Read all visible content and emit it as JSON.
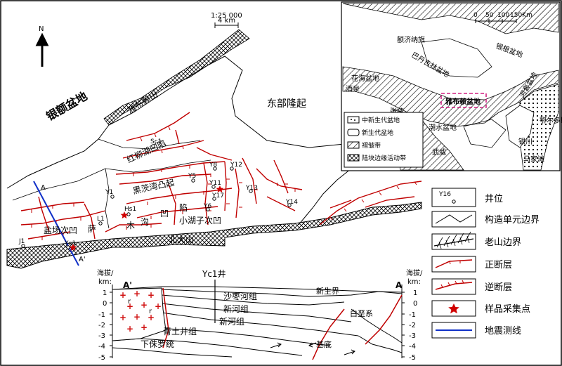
{
  "map": {
    "scale": "1:25 000",
    "scale_bar": "4 km",
    "north": "N",
    "regions": {
      "yin_e_basin": "银额盆地",
      "east_uplift": "东部隆起",
      "yabulai_mt": "雅布赖山",
      "hongshan_sag": "红柳湖凹陷",
      "heiquan_uplift": "黑茨湾凸起",
      "salt_sag": "盐场次凹",
      "sa_l1": "萨",
      "xiaohuzi_sag": "小湖子次凹",
      "beida_mt": "北大山",
      "shuiyan_i": "木",
      "shuiyan_ii": "沟",
      "shuiyan_iii": "凹",
      "shuiyan_iv": "陷"
    },
    "wells": [
      "Sc1",
      "Y1",
      "Hs1",
      "L1",
      "J1",
      "Yc1",
      "Y8",
      "Y12",
      "Y5",
      "Y11",
      "Y17",
      "Y13",
      "Y6",
      "Y14"
    ],
    "section_ends": {
      "a": "A",
      "a_prime": "A'"
    }
  },
  "inset": {
    "scale": [
      "0",
      "50",
      "100",
      "150Km"
    ],
    "labels": {
      "ejina": "额济纳旗",
      "badain": "巴丹吉林盆地",
      "yingen": "银根盆地",
      "huahai": "花海盆地",
      "jiuquan": "酒泉",
      "zhangye": "张掖",
      "yabulai_basin": "雅布赖盆地",
      "chaoshui": "潮水盆地",
      "hetao": "河套盆地",
      "ordos": "鄂尔多斯盆地",
      "wuwei": "武威",
      "yinchuan": "银川",
      "majiatan": "马家滩"
    },
    "legend": [
      "中新生代盆地",
      "新生代盆地",
      "褶皱带",
      "陆块边缘活动带"
    ]
  },
  "section": {
    "title": "Yc1井",
    "y_label_left": "海拔/\nkm:",
    "y_label_right": "海拔/\nkm:",
    "left_end": "A'",
    "right_end": "A",
    "ticks": [
      "1",
      "0",
      "-1",
      "-2",
      "-3",
      "-4",
      "-5"
    ],
    "units": {
      "xinsheng": "新生界",
      "shazaohe": "沙枣河组",
      "xinhe_up": "新河组",
      "xinhe_low": "新河组",
      "qingtujing": "青土井组",
      "xiazhuluo": "下侏罗统",
      "baixi": "白垩系",
      "jidi": "基底",
      "gamma": "r"
    }
  },
  "legend": [
    {
      "symbol": "well",
      "code": "Y16",
      "label": "井位"
    },
    {
      "symbol": "tectonic",
      "label": "构造单元边界"
    },
    {
      "symbol": "oldmt",
      "label": "老山边界"
    },
    {
      "symbol": "normal",
      "label": "正断层"
    },
    {
      "symbol": "reverse",
      "label": "逆断层"
    },
    {
      "symbol": "star",
      "label": "样品采集点"
    },
    {
      "symbol": "seismic",
      "label": "地震测线"
    }
  ],
  "colors": {
    "fault": "#c00000",
    "seismic": "#1030c8",
    "granite": "#d01010",
    "highlight": "#d02080"
  }
}
